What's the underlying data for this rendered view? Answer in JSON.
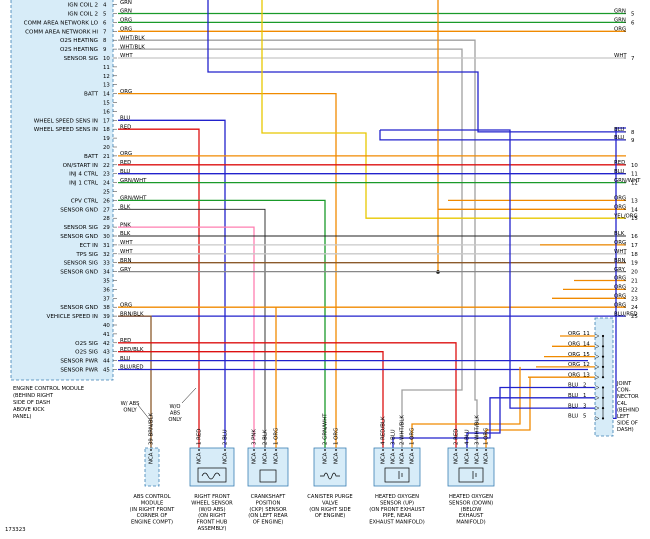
{
  "diagram_id": "173323",
  "ecm": {
    "title_lines": [
      "ENGINE CONTROL MODULE",
      "(BEHIND RIGHT",
      "SIDE OF DASH",
      "ABOVE KICK",
      "PANEL)"
    ],
    "pins": [
      {
        "num": "4",
        "label": "IGN COIL 2",
        "wire": "GRN",
        "color": "#1a9a2a"
      },
      {
        "num": "5",
        "label": "IGN COIL 2",
        "wire": "GRN",
        "color": "#1a9a2a"
      },
      {
        "num": "6",
        "label": "COMM AREA NETWORK LO",
        "wire": "ORG",
        "color": "#f08a00"
      },
      {
        "num": "7",
        "label": "COMM AREA NETWORK HI",
        "wire": "ORG",
        "color": "#f08a00"
      },
      {
        "num": "8",
        "label": "O2S HEATING",
        "wire": "WHT/BLK",
        "color": "#a0a0a0"
      },
      {
        "num": "9",
        "label": "O2S HEATING",
        "wire": "WHT/BLK",
        "color": "#a0a0a0"
      },
      {
        "num": "10",
        "label": "SENSOR SIG",
        "wire": "WHT",
        "color": "#c8c8c8"
      },
      {
        "num": "11",
        "label": "",
        "wire": "",
        "color": ""
      },
      {
        "num": "12",
        "label": "",
        "wire": "",
        "color": ""
      },
      {
        "num": "13",
        "label": "",
        "wire": "",
        "color": ""
      },
      {
        "num": "14",
        "label": "BATT",
        "wire": "ORG",
        "color": "#f08a00"
      },
      {
        "num": "15",
        "label": "",
        "wire": "",
        "color": ""
      },
      {
        "num": "16",
        "label": "",
        "wire": "",
        "color": ""
      },
      {
        "num": "17",
        "label": "WHEEL SPEED SENS IN",
        "wire": "BLU",
        "color": "#2222cc"
      },
      {
        "num": "18",
        "label": "WHEEL SPEED SENS IN",
        "wire": "RED",
        "color": "#dd1111"
      },
      {
        "num": "19",
        "label": "",
        "wire": "",
        "color": ""
      },
      {
        "num": "20",
        "label": "",
        "wire": "",
        "color": ""
      },
      {
        "num": "21",
        "label": "BATT",
        "wire": "ORG",
        "color": "#f08a00"
      },
      {
        "num": "22",
        "label": "ON/START IN",
        "wire": "RED",
        "color": "#dd1111"
      },
      {
        "num": "23",
        "label": "INJ 4 CTRL",
        "wire": "BLU",
        "color": "#2222cc"
      },
      {
        "num": "24",
        "label": "INJ 1 CTRL",
        "wire": "GRN/WHT",
        "color": "#1a9a2a"
      },
      {
        "num": "25",
        "label": "",
        "wire": "",
        "color": ""
      },
      {
        "num": "26",
        "label": "CPV CTRL",
        "wire": "GRN/WHT",
        "color": "#1a9a2a"
      },
      {
        "num": "27",
        "label": "SENSOR GND",
        "wire": "BLK",
        "color": "#222222"
      },
      {
        "num": "28",
        "label": "",
        "wire": "",
        "color": ""
      },
      {
        "num": "29",
        "label": "SENSOR SIG",
        "wire": "PNK",
        "color": "#ff7fb0"
      },
      {
        "num": "30",
        "label": "SENSOR GND",
        "wire": "BLK",
        "color": "#222222"
      },
      {
        "num": "31",
        "label": "ECT IN",
        "wire": "WHT",
        "color": "#c8c8c8"
      },
      {
        "num": "32",
        "label": "TPS SIG",
        "wire": "WHT",
        "color": "#c8c8c8"
      },
      {
        "num": "33",
        "label": "SENSOR SIG",
        "wire": "BRN",
        "color": "#8b5a2b"
      },
      {
        "num": "34",
        "label": "SENSOR GND",
        "wire": "GRY",
        "color": "#888888"
      },
      {
        "num": "35",
        "label": "",
        "wire": "",
        "color": ""
      },
      {
        "num": "36",
        "label": "",
        "wire": "",
        "color": ""
      },
      {
        "num": "37",
        "label": "",
        "wire": "",
        "color": ""
      },
      {
        "num": "38",
        "label": "SENSOR GND",
        "wire": "ORG",
        "color": "#f08a00"
      },
      {
        "num": "39",
        "label": "VEHICLE SPEED IN",
        "wire": "BRN/BLK",
        "color": "#8b5a2b"
      },
      {
        "num": "40",
        "label": "",
        "wire": "",
        "color": ""
      },
      {
        "num": "41",
        "label": "",
        "wire": "",
        "color": ""
      },
      {
        "num": "42",
        "label": "O2S SIG",
        "wire": "RED",
        "color": "#dd1111"
      },
      {
        "num": "43",
        "label": "O2S SIG",
        "wire": "RED/BLK",
        "color": "#dd1111"
      },
      {
        "num": "44",
        "label": "SENSOR PWR",
        "wire": "BLU",
        "color": "#2222cc"
      },
      {
        "num": "45",
        "label": "SENSOR PWR",
        "wire": "BLU/RED",
        "color": "#2222cc"
      }
    ]
  },
  "right_side": [
    {
      "wire": "GRN",
      "pin": "5",
      "row": 5,
      "color": "#1a9a2a"
    },
    {
      "wire": "GRN",
      "pin": "6",
      "row": 6,
      "color": "#1a9a2a"
    },
    {
      "wire": "ORG",
      "pin": "",
      "row": 7,
      "color": "#f08a00"
    },
    {
      "wire": "WHT",
      "pin": "7",
      "row": 10,
      "color": "#c8c8c8"
    },
    {
      "wire": "BLU",
      "pin": "8",
      "row": 18.3,
      "color": "#2222cc"
    },
    {
      "wire": "BLU",
      "pin": "9",
      "row": 19.2,
      "color": "#2222cc"
    },
    {
      "wire": "RED",
      "pin": "10",
      "row": 22,
      "color": "#dd1111"
    },
    {
      "wire": "BLU",
      "pin": "11",
      "row": 23,
      "color": "#2222cc"
    },
    {
      "wire": "GRN/WHT",
      "pin": "12",
      "row": 24,
      "color": "#1a9a2a"
    },
    {
      "wire": "ORG",
      "pin": "13",
      "row": 26,
      "color": "#f08a00"
    },
    {
      "wire": "ORG",
      "pin": "14",
      "row": 27,
      "color": "#f08a00"
    },
    {
      "wire": "YEL/ORG",
      "pin": "15",
      "row": 28,
      "color": "#e8c800"
    },
    {
      "wire": "BLK",
      "pin": "16",
      "row": 30,
      "color": "#222222"
    },
    {
      "wire": "ORG",
      "pin": "17",
      "row": 31,
      "color": "#f08a00"
    },
    {
      "wire": "WHT",
      "pin": "18",
      "row": 32,
      "color": "#c8c8c8"
    },
    {
      "wire": "BRN",
      "pin": "19",
      "row": 33,
      "color": "#8b5a2b"
    },
    {
      "wire": "GRY",
      "pin": "20",
      "row": 34,
      "color": "#888888"
    },
    {
      "wire": "ORG",
      "pin": "21",
      "row": 35,
      "color": "#f08a00"
    },
    {
      "wire": "ORG",
      "pin": "22",
      "row": 36,
      "color": "#f08a00"
    },
    {
      "wire": "ORG",
      "pin": "23",
      "row": 37,
      "color": "#f08a00"
    },
    {
      "wire": "ORG",
      "pin": "24",
      "row": 38,
      "color": "#f08a00"
    },
    {
      "wire": "BLU/RED",
      "pin": "25",
      "row": 39,
      "color": "#2222cc"
    }
  ],
  "joint_connector": {
    "label_lines": [
      "JOINT",
      "CON-",
      "NECTOR",
      "C4L",
      "(BEHIND",
      "LEFT",
      "SIDE OF",
      "DASH)"
    ],
    "pins": [
      {
        "wire": "ORG",
        "num": "11",
        "color": "#f08a00"
      },
      {
        "wire": "ORG",
        "num": "14",
        "color": "#f08a00"
      },
      {
        "wire": "ORG",
        "num": "15",
        "color": "#f08a00"
      },
      {
        "wire": "ORG",
        "num": "12",
        "color": "#f08a00"
      },
      {
        "wire": "ORG",
        "num": "13",
        "color": "#f08a00"
      },
      {
        "wire": "BLU",
        "num": "2",
        "color": "#2222cc"
      },
      {
        "wire": "BLU",
        "num": "1",
        "color": "#2222cc"
      },
      {
        "wire": "BLU",
        "num": "3",
        "color": "#2222cc"
      },
      {
        "wire": "BLU",
        "num": "5",
        "color": "#2222cc"
      }
    ]
  },
  "components": [
    {
      "id": "abs",
      "lines": [
        "ABS CONTROL",
        "MODULE",
        "(IN RIGHT FRONT",
        "CORNER OF",
        "ENGINE COMPT)"
      ],
      "pins": [
        {
          "num": "39",
          "wire": "BRN/BLK"
        }
      ]
    },
    {
      "id": "wheel",
      "lines": [
        "RIGHT FRONT",
        "WHEEL SENSOR",
        "(W/O ABS)",
        "(ON RIGHT",
        "FRONT HUB",
        "ASSEMBLY)"
      ],
      "pins": [
        {
          "num": "1",
          "wire": "RED"
        },
        {
          "num": "2",
          "wire": "BLU"
        }
      ]
    },
    {
      "id": "ckp",
      "lines": [
        "CRANKSHAFT",
        "POSITION",
        "(CKP) SENSOR",
        "(ON LEFT REAR",
        "OF ENGINE)"
      ],
      "pins": [
        {
          "num": "3",
          "wire": "PNK"
        },
        {
          "num": "2",
          "wire": "BLK"
        },
        {
          "num": "1",
          "wire": "ORG"
        }
      ]
    },
    {
      "id": "cpv",
      "lines": [
        "CANISTER PURGE",
        "VALVE",
        "(ON RIGHT SIDE",
        "OF ENGINE)"
      ],
      "pins": [
        {
          "num": "2",
          "wire": "GRN/WHT"
        },
        {
          "num": "1",
          "wire": "ORG"
        }
      ]
    },
    {
      "id": "o2up",
      "lines": [
        "HEATED OXYGEN",
        "SENSOR (UP)",
        "(ON FRONT EXHAUST",
        "PIPE, NEAR",
        "EXHAUST MANIFOLD)"
      ],
      "pins": [
        {
          "num": "4",
          "wire": "RED/BLK"
        },
        {
          "num": "3",
          "wire": "BLU"
        },
        {
          "num": "2",
          "wire": "WHT/BLK"
        },
        {
          "num": "1",
          "wire": "ORG"
        }
      ]
    },
    {
      "id": "o2down",
      "lines": [
        "HEATED OXYGEN",
        "SENSOR (DOWN)",
        "(BELOW",
        "EXHAUST",
        "MANIFOLD)"
      ],
      "pins": [
        {
          "num": "2",
          "wire": "RED"
        },
        {
          "num": "4",
          "wire": "BLU"
        },
        {
          "num": "3",
          "wire": "WHT/BLK"
        },
        {
          "num": "1",
          "wire": "ORG"
        }
      ]
    }
  ],
  "connector_code": "NCA",
  "notes": {
    "w_abs": [
      "W/ ABS",
      "ONLY"
    ],
    "w_o_abs": [
      "W/O",
      "ABS",
      "ONLY"
    ]
  }
}
